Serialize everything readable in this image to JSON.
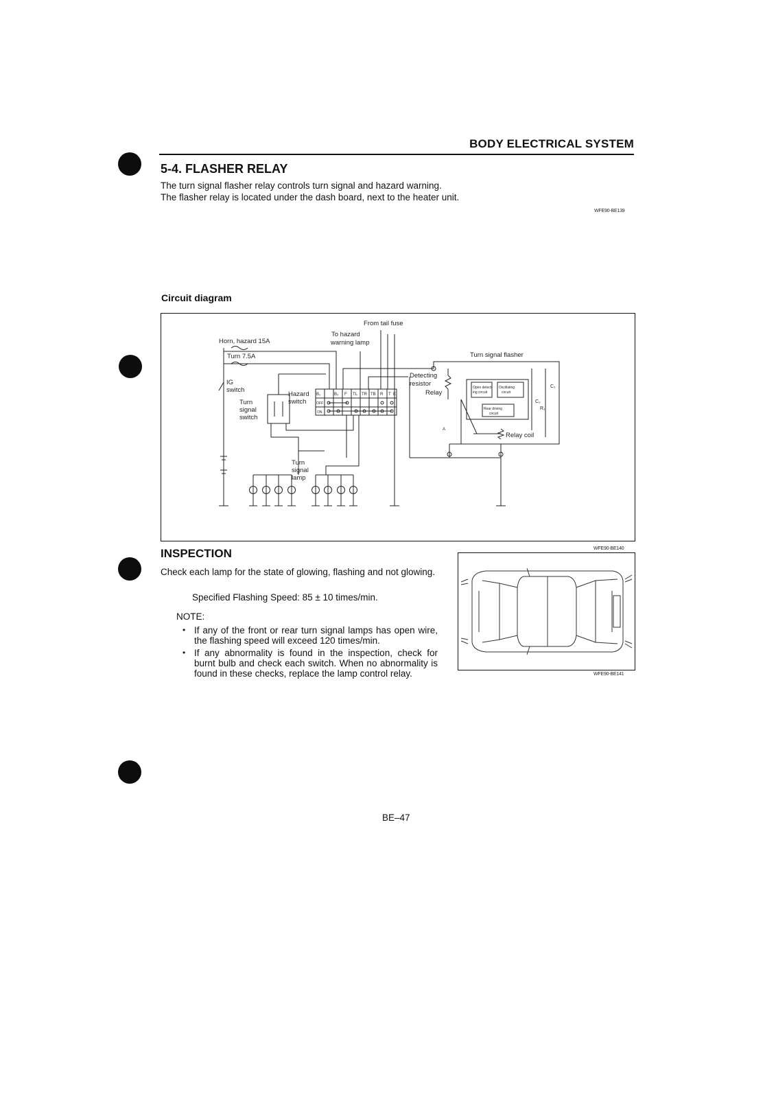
{
  "header": {
    "title": "BODY ELECTRICAL SYSTEM"
  },
  "section": {
    "title": "5-4. FLASHER RELAY",
    "intro_lines": [
      "The turn signal flasher relay controls turn signal and hazard warning.",
      "The flasher relay is located under the dash board, next to the heater unit."
    ],
    "ref": "WFE90-BE139"
  },
  "circuit": {
    "title": "Circuit diagram",
    "ref": "WFE90-BE140",
    "labels": {
      "from_tail_fuse": "From tail fuse",
      "to_hazard": "To hazard",
      "warning_lamp": "warning lamp",
      "horn_hazard": "Horn, hazard 15A",
      "turn_fuse": "Turn 7.5A",
      "ig": "IG",
      "switch": "switch",
      "turn": "Turn",
      "signal": "signal",
      "hazard": "Hazard",
      "turn_signal_flasher": "Turn signal flasher",
      "detecting": "Detecting",
      "resistor": "resistor",
      "relay": "Relay",
      "relay_coil": "Relay coil",
      "lamp": "lamp",
      "off": "OFF",
      "on": "ON",
      "term_a": "A",
      "open_detecting": "Open detect-",
      "ing_circuit": "ing circuit",
      "oscillating": "Oscillating",
      "circuit": "circuit",
      "rear_driving": "Rear driving",
      "c1": "C₁",
      "c2": "C₂",
      "r1": "R₁"
    },
    "terminals": [
      "B₁",
      "B₂",
      "F",
      "TL",
      "TR",
      "TB",
      "R",
      "T",
      "E"
    ]
  },
  "inspection": {
    "title": "INSPECTION",
    "text": "Check each lamp for the state of glowing, flashing and not glowing.",
    "spec": "Specified Flashing Speed:  85 ± 10 times/min.",
    "note_label": "NOTE:",
    "notes": [
      "If any of the front or rear turn signal lamps has open wire, the flashing speed will exceed 120 times/min.",
      "If any abnormality is found in the inspection, check for burnt bulb and check each switch. When no abnormality is found in these checks, replace the lamp control relay."
    ],
    "car_ref": "WFE90-BE141"
  },
  "footer": {
    "page": "BE–47"
  }
}
